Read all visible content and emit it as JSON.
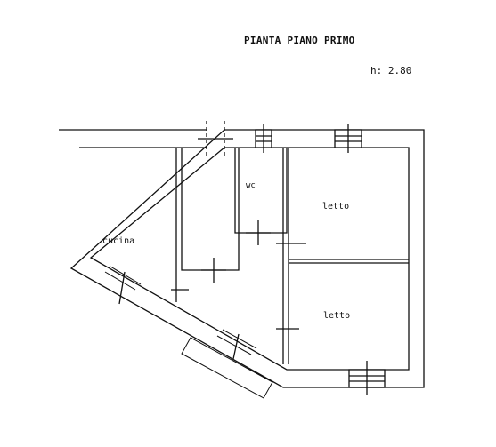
{
  "header": {
    "title": "PIANTA  PIANO PRIMO",
    "height_label": "h: 2.80"
  },
  "rooms": {
    "cucina": "cucina",
    "wc": "wc",
    "letto_upper": "letto",
    "letto_lower": "letto"
  },
  "colors": {
    "ink": "#111111",
    "background": "#ffffff"
  }
}
